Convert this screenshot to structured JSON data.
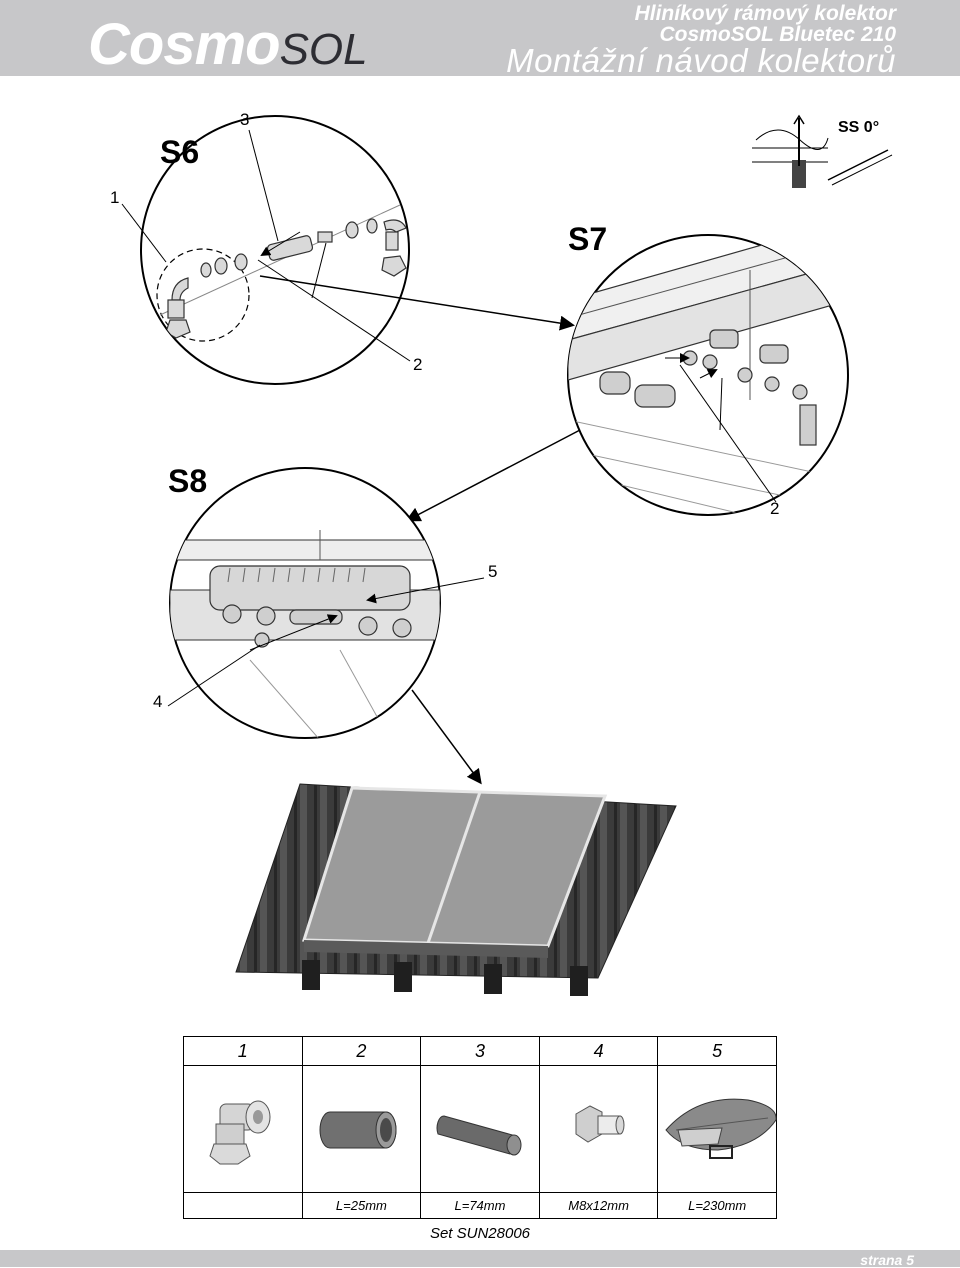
{
  "header": {
    "logo_cosmo": "Cosmo",
    "logo_sol": "SOL",
    "line1": "Hliníkový rámový kolektor",
    "line2": "CosmoSOL Bluetec 210",
    "title": "Montážní návod kolektorů"
  },
  "diagram": {
    "step_s6": "S6",
    "step_s7": "S7",
    "step_s8": "S8",
    "callout_1": "1",
    "callout_2": "2",
    "callout_3": "3",
    "callout_4": "4",
    "callout_5": "5",
    "tilt_label": "SS 0°"
  },
  "parts": {
    "numbers": [
      "1",
      "2",
      "3",
      "4",
      "5"
    ],
    "dimensions": [
      "",
      "L=25mm",
      "L=74mm",
      "M8x12mm",
      "L=230mm"
    ],
    "icons": [
      "elbow-fitting-icon",
      "short-sleeve-icon",
      "long-pipe-icon",
      "bolt-icon",
      "cover-clip-icon"
    ]
  },
  "set_label": "Set SUN28006",
  "footer": {
    "page": "strana 5"
  },
  "colors": {
    "header_band": "#c7c7c9",
    "logo_sol": "#2d2d33",
    "roof": "#3a3a3a",
    "panel": "#8f8f8f"
  }
}
